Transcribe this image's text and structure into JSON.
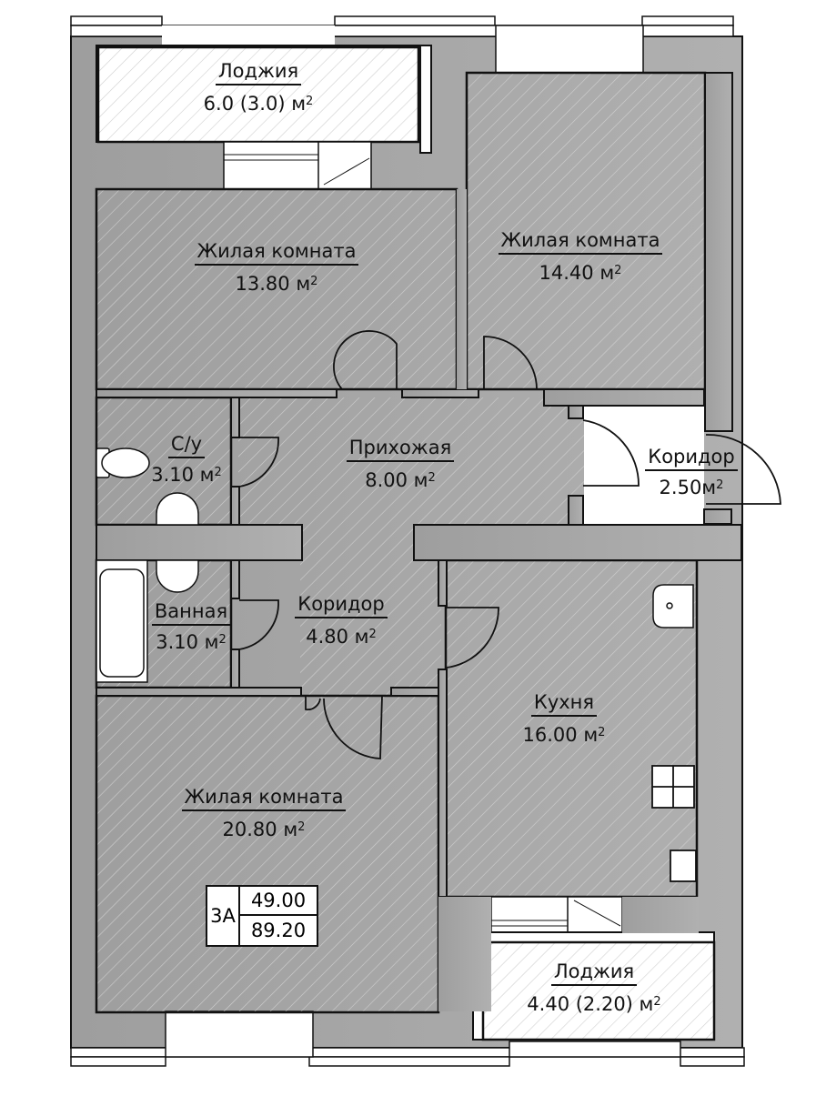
{
  "plan": {
    "colors": {
      "wall": "#a8a8a8",
      "outline": "#111111",
      "hatch": "#cfcfcf",
      "background": "#ffffff"
    },
    "unit_suffix": "м²",
    "rooms": [
      {
        "id": "loggia_top",
        "name": "Лоджия",
        "area": "6.0 (3.0) м",
        "sup": "2"
      },
      {
        "id": "living_1",
        "name": "Жилая комната",
        "area": "13.80 м",
        "sup": "2"
      },
      {
        "id": "living_2",
        "name": "Жилая комната",
        "area": "14.40 м",
        "sup": "2"
      },
      {
        "id": "wc",
        "name": "С/у",
        "area": "3.10 м",
        "sup": "2"
      },
      {
        "id": "hallway",
        "name": "Прихожая",
        "area": "8.00 м",
        "sup": "2"
      },
      {
        "id": "corridor_small",
        "name": "Коридор",
        "area": "2.50м",
        "sup": "2"
      },
      {
        "id": "bathroom",
        "name": "Ванная",
        "area": "3.10 м",
        "sup": "2"
      },
      {
        "id": "corridor",
        "name": "Коридор",
        "area": "4.80 м",
        "sup": "2"
      },
      {
        "id": "kitchen",
        "name": "Кухня",
        "area": "16.00 м",
        "sup": "2"
      },
      {
        "id": "living_3",
        "name": "Жилая комната",
        "area": "20.80 м",
        "sup": "2"
      },
      {
        "id": "loggia_bottom",
        "name": "Лоджия",
        "area": "4.40 (2.20) м",
        "sup": "2"
      }
    ],
    "stamp": {
      "code": "3А",
      "living_area": "49.00",
      "total_area": "89.20"
    }
  }
}
